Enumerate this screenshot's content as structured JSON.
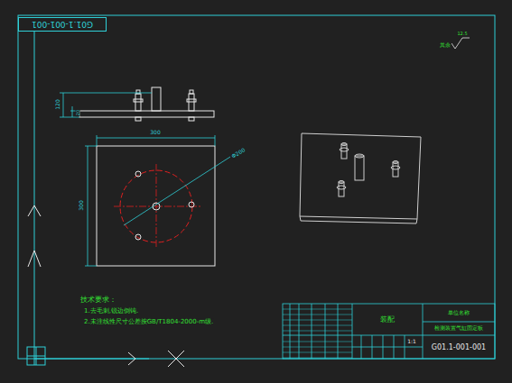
{
  "diagram": {
    "nodes": [
      {
        "text": [
          "G01.1-001-001"
        ]
      },
      {
        "text": [
          "装配"
        ]
      },
      {
        "text": [
          "单位名称"
        ]
      },
      {
        "text": [
          "检测装置气缸固定板"
        ]
      },
      {
        "text": [
          "G01.1-001-001"
        ]
      }
    ],
    "labels": [
      "其余",
      "12.5",
      "120",
      "20",
      "300",
      "300",
      "Φ200",
      "技术要求：",
      "1.去毛刺,锐边倒钝.",
      "2.未注线性尺寸公差按GB/T1804-2000-m级.",
      "1:1"
    ]
  }
}
